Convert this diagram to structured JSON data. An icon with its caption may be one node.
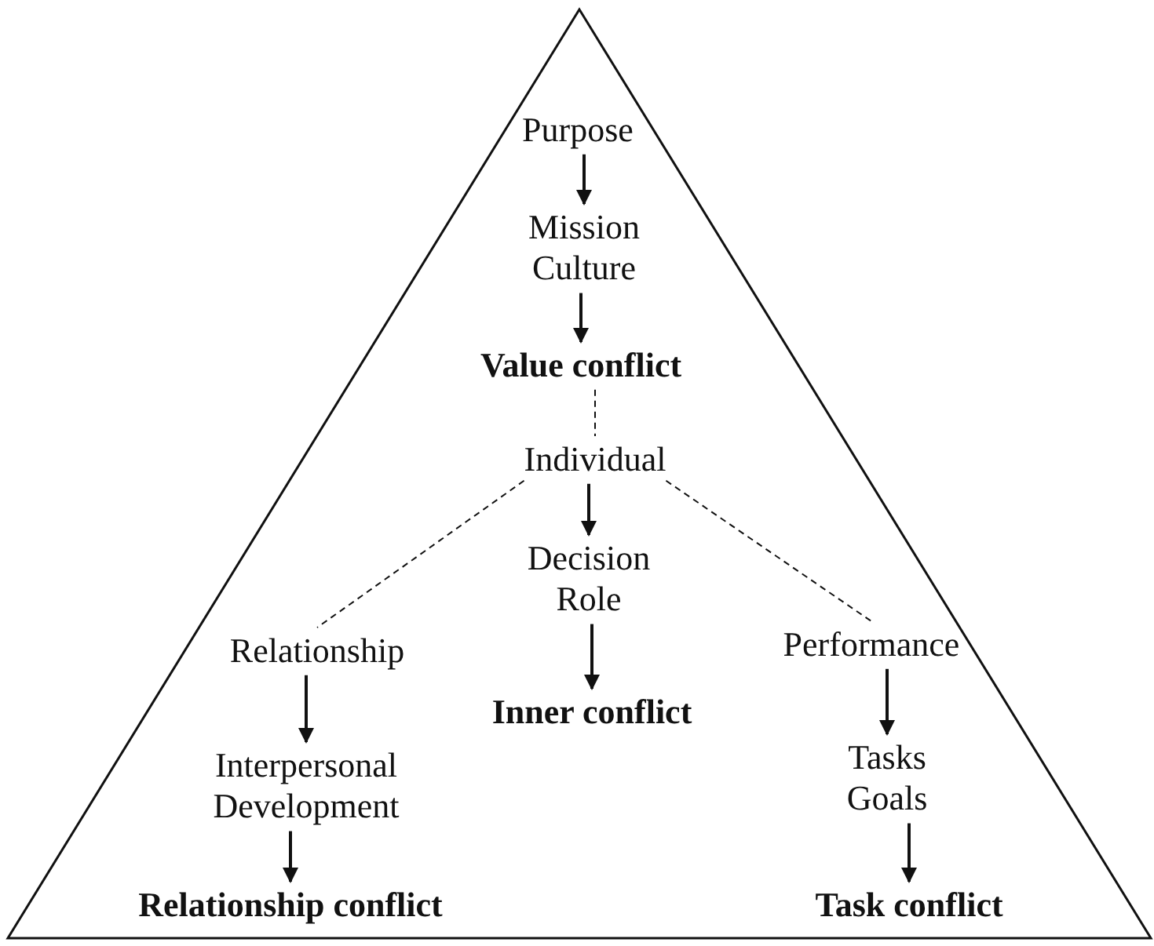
{
  "diagram": {
    "nodes": [
      {
        "text": [],
        "shape": "triangle"
      },
      {
        "text": [
          "Purpose"
        ],
        "in": 0
      },
      {
        "text": [
          "Mission Culture"
        ],
        "in": 0
      },
      {
        "text": [
          "Value conflict"
        ],
        "in": 0
      },
      {
        "text": [
          "Individual"
        ],
        "in": 0
      },
      {
        "text": [
          "Decision Role"
        ],
        "in": 0
      },
      {
        "text": [
          "Inner conflict"
        ],
        "in": 0
      },
      {
        "text": [
          "Relationship"
        ],
        "in": 0
      },
      {
        "text": [
          "Interpersonal Development"
        ],
        "in": 0
      },
      {
        "text": [
          "Relationship conflict"
        ],
        "in": 0
      },
      {
        "text": [
          "Performance"
        ],
        "in": 0
      },
      {
        "text": [
          "Tasks Goals"
        ],
        "in": 0
      },
      {
        "text": [
          "Task conflict"
        ],
        "in": 0
      }
    ],
    "edges": [
      {
        "from": 1,
        "to": 2,
        "arrow": "to"
      },
      {
        "from": 2,
        "to": 3,
        "arrow": "to"
      },
      {
        "from": 3,
        "to": 4,
        "arrow": "none",
        "style": "dashed"
      },
      {
        "from": 4,
        "to": 5,
        "arrow": "to"
      },
      {
        "from": 5,
        "to": 6,
        "arrow": "to"
      },
      {
        "from": 4,
        "to": 7,
        "arrow": "none",
        "style": "dashed"
      },
      {
        "from": 4,
        "to": 10,
        "arrow": "none",
        "style": "dashed"
      },
      {
        "from": 7,
        "to": 8,
        "arrow": "to"
      },
      {
        "from": 8,
        "to": 9,
        "arrow": "to"
      },
      {
        "from": 10,
        "to": 11,
        "arrow": "to"
      },
      {
        "from": 11,
        "to": 12,
        "arrow": "to"
      }
    ]
  }
}
